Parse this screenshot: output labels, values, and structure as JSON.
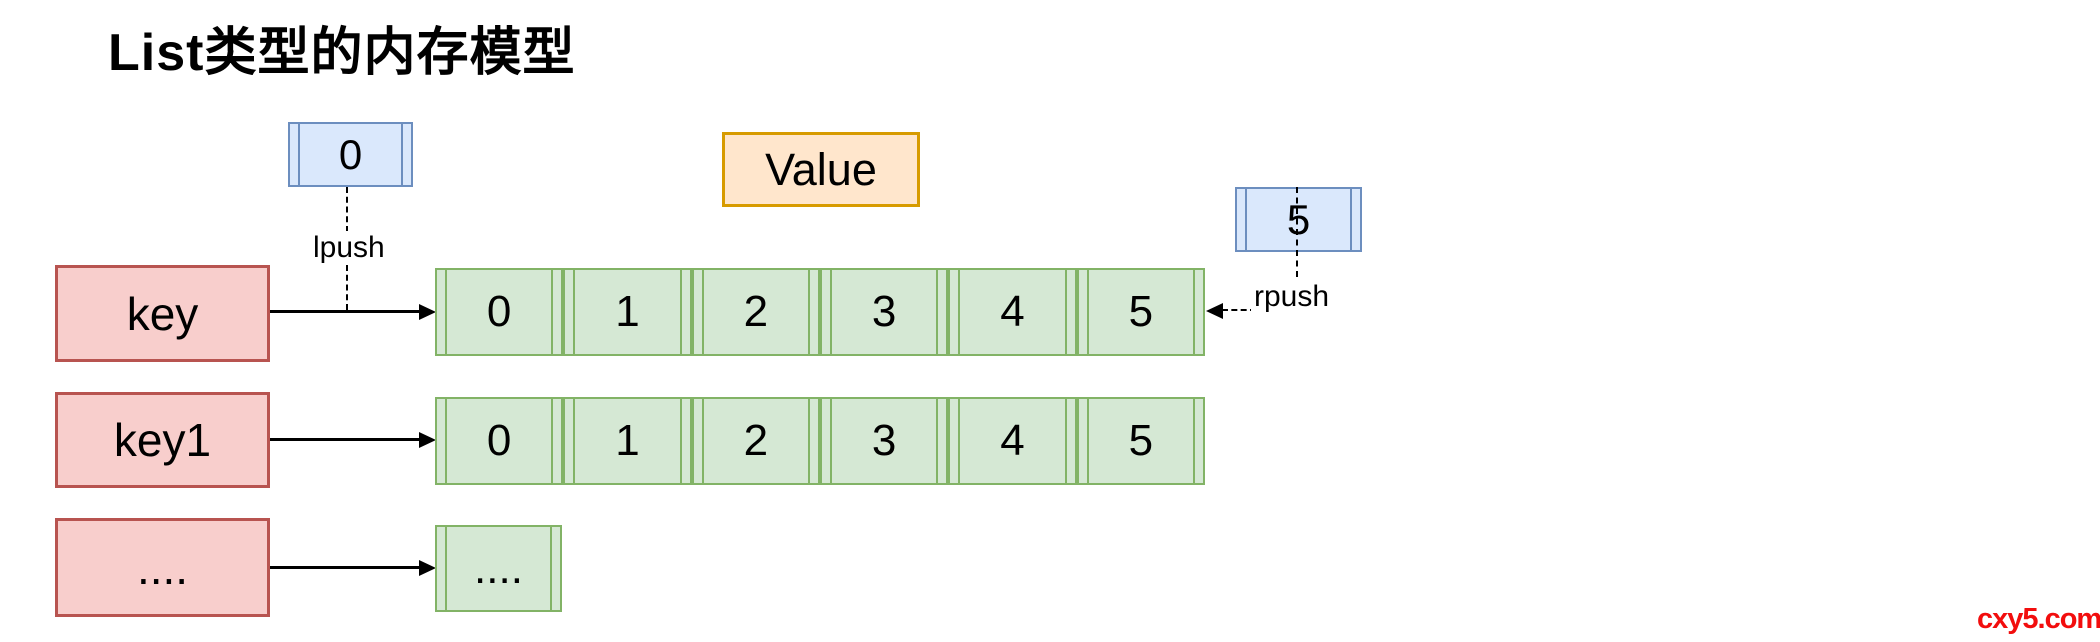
{
  "title": "List类型的内存模型",
  "value_box": {
    "label": "Value"
  },
  "push": {
    "left": {
      "value": "0",
      "label": "lpush"
    },
    "right": {
      "value": "5",
      "label": "rpush"
    }
  },
  "rows": [
    {
      "key": "key",
      "cells": [
        "0",
        "1",
        "2",
        "3",
        "4",
        "5"
      ]
    },
    {
      "key": "key1",
      "cells": [
        "0",
        "1",
        "2",
        "3",
        "4",
        "5"
      ]
    },
    {
      "key": "....",
      "cells": [
        "...."
      ]
    }
  ],
  "watermark": "cxy5.com",
  "colors": {
    "list_fill": "#d5e8d4",
    "list_stroke": "#82b366",
    "key_fill": "#f8cecc",
    "key_stroke": "#b85450",
    "push_fill": "#dae8fc",
    "push_stroke": "#6c8ebf",
    "value_fill": "#ffe6cc",
    "value_stroke": "#d79b00",
    "watermark_red": "#f20d0d"
  }
}
